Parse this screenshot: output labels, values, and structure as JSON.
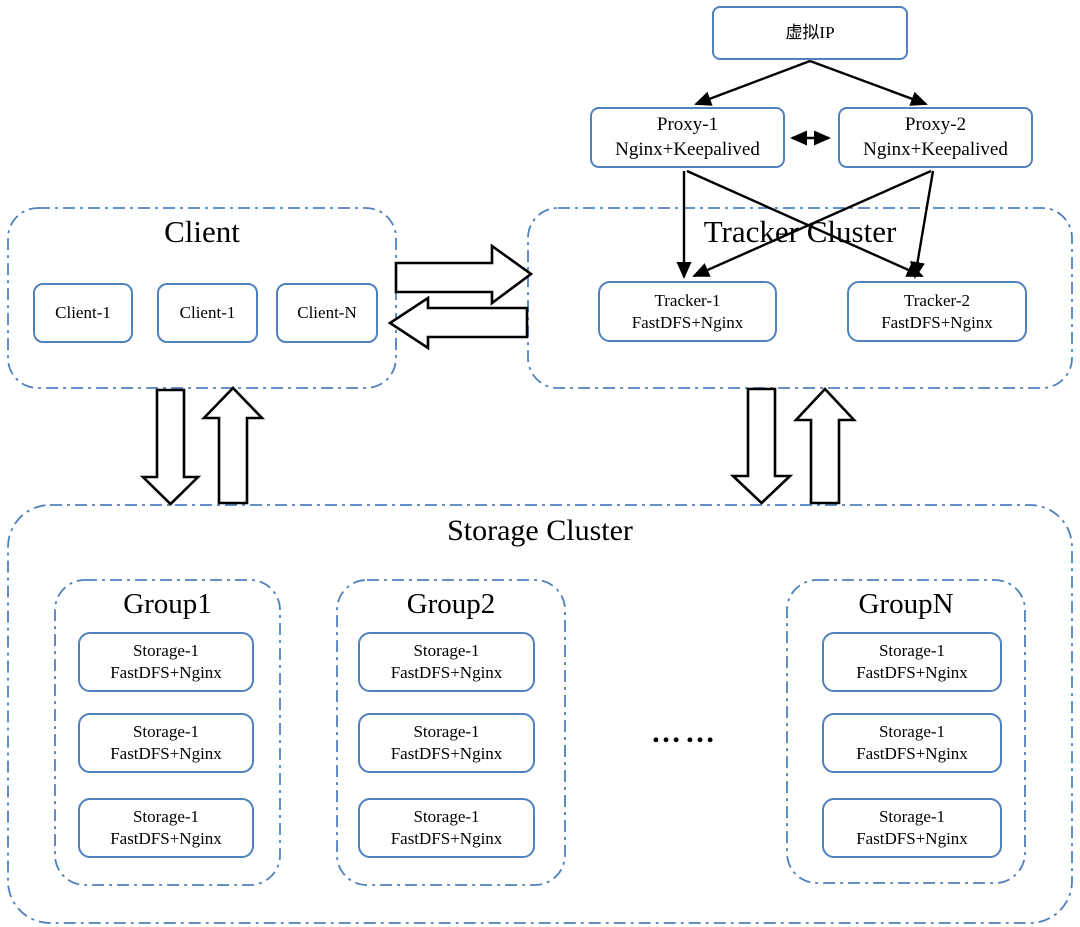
{
  "colors": {
    "accent_blue": "#4f81bd",
    "line_black": "#000000",
    "background": "#ffffff"
  },
  "vip": {
    "label": "虚拟IP"
  },
  "proxies": [
    {
      "name": "Proxy-1",
      "stack": "Nginx+Keepalived"
    },
    {
      "name": "Proxy-2",
      "stack": "Nginx+Keepalived"
    }
  ],
  "client_cluster": {
    "title": "Client",
    "clients": [
      "Client-1",
      "Client-1",
      "Client-N"
    ]
  },
  "tracker_cluster": {
    "title": "Tracker Cluster",
    "trackers": [
      {
        "name": "Tracker-1",
        "stack": "FastDFS+Nginx"
      },
      {
        "name": "Tracker-2",
        "stack": "FastDFS+Nginx"
      }
    ]
  },
  "storage_cluster": {
    "title": "Storage Cluster",
    "ellipsis": "……",
    "groups": [
      {
        "title": "Group1",
        "nodes": [
          {
            "name": "Storage-1",
            "stack": "FastDFS+Nginx"
          },
          {
            "name": "Storage-1",
            "stack": "FastDFS+Nginx"
          },
          {
            "name": "Storage-1",
            "stack": "FastDFS+Nginx"
          }
        ]
      },
      {
        "title": "Group2",
        "nodes": [
          {
            "name": "Storage-1",
            "stack": "FastDFS+Nginx"
          },
          {
            "name": "Storage-1",
            "stack": "FastDFS+Nginx"
          },
          {
            "name": "Storage-1",
            "stack": "FastDFS+Nginx"
          }
        ]
      },
      {
        "title": "GroupN",
        "nodes": [
          {
            "name": "Storage-1",
            "stack": "FastDFS+Nginx"
          },
          {
            "name": "Storage-1",
            "stack": "FastDFS+Nginx"
          },
          {
            "name": "Storage-1",
            "stack": "FastDFS+Nginx"
          }
        ]
      }
    ]
  }
}
